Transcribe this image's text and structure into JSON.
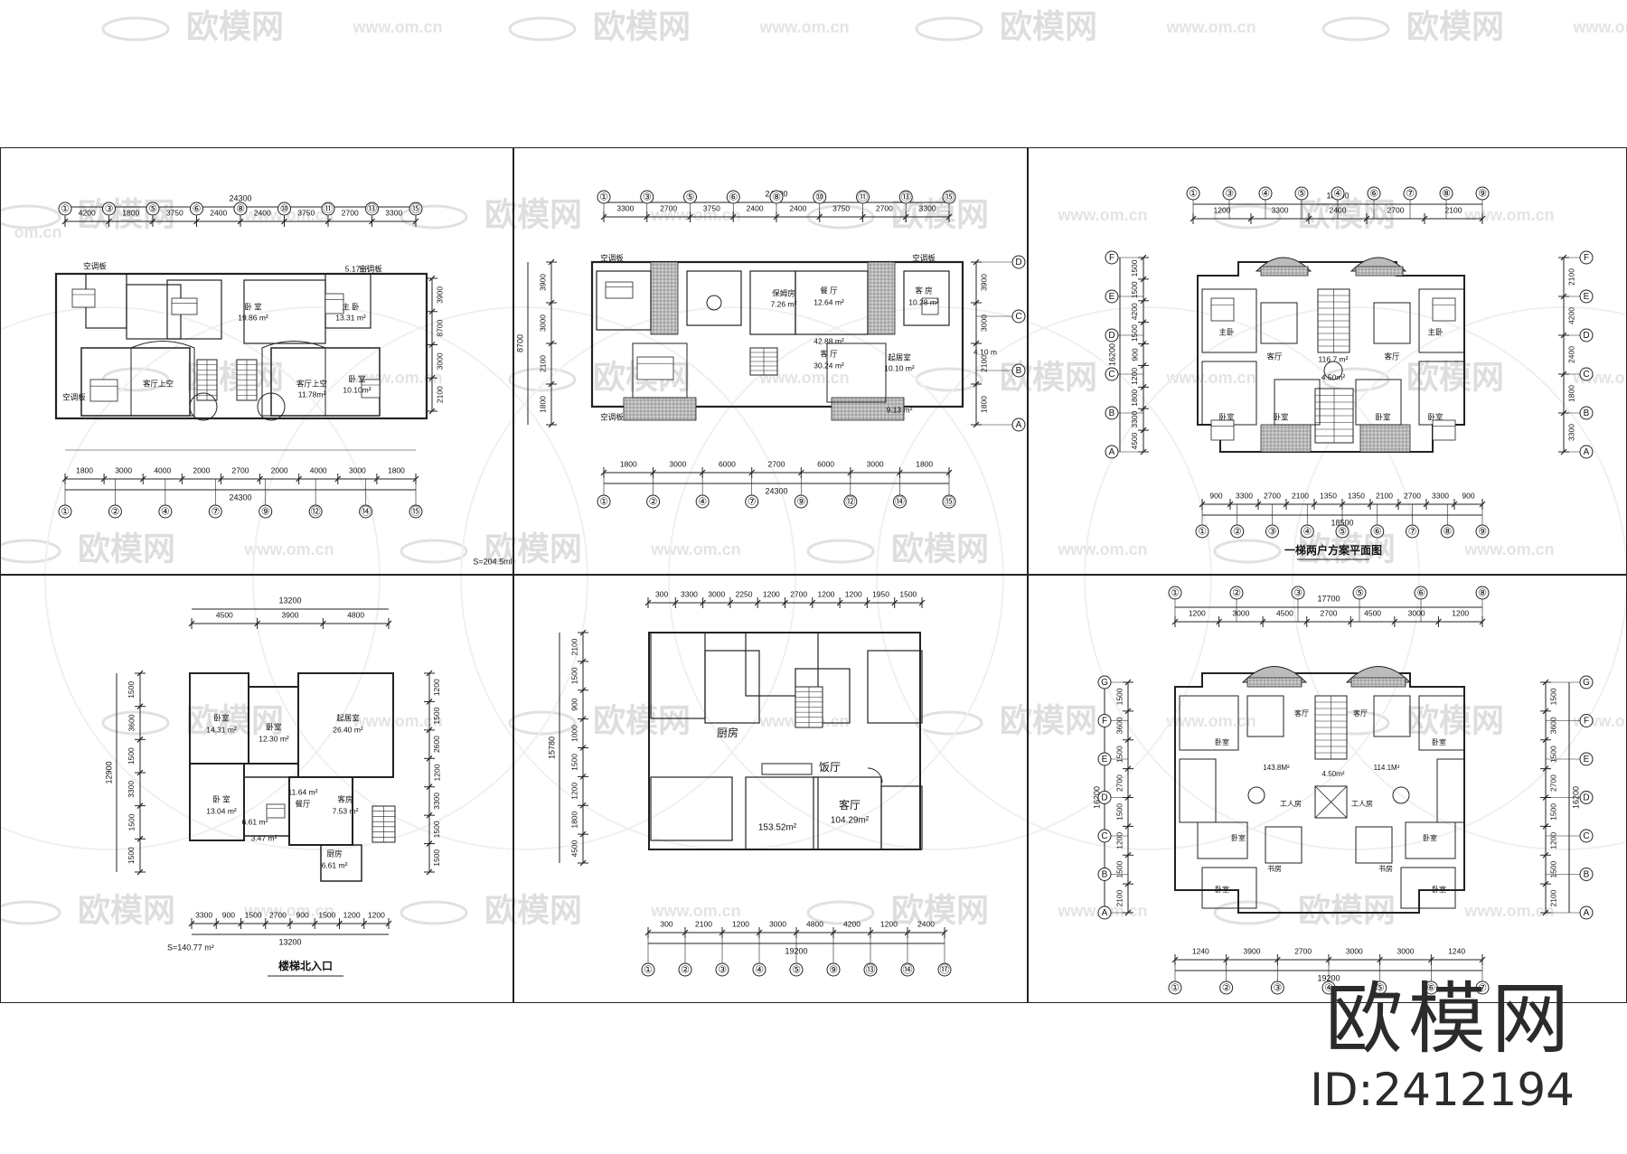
{
  "watermark": {
    "brand": "欧模网",
    "site": "www.om.cn",
    "site_short": "om.cn",
    "id_label": "ID:2412194"
  },
  "panels": [
    {
      "top_dims": [
        "4200",
        "1800",
        "3750",
        "2400",
        "2400",
        "3750",
        "2700",
        "3300"
      ],
      "total_top": "24300",
      "bottom_dims": [
        "1800",
        "3000",
        "4000",
        "2000",
        "2700",
        "2000",
        "4000",
        "3000",
        "1800"
      ],
      "total_bottom": "24300",
      "top_axes": [
        "①",
        "③",
        "⑤",
        "⑥",
        "⑧",
        "⑩",
        "⑪",
        "⑬",
        "⑮"
      ],
      "bottom_axes": [
        "①",
        "②",
        "④",
        "⑦",
        "⑨",
        "⑫",
        "⑭",
        "⑮"
      ],
      "rooms": [
        "卧 室",
        "19.86 m²",
        "主 卧",
        "13.31 m²",
        "客厅上空",
        "客厅上空",
        "11.78m²",
        "卧 室",
        "10.10m²",
        "5.17m²",
        "空调板",
        "空调板",
        "空调板"
      ],
      "right_dims": [
        "3900",
        "8700",
        "3000",
        "2100"
      ],
      "area_note": "S=204.5ml"
    },
    {
      "top_dims": [
        "3300",
        "2700",
        "3750",
        "2400",
        "2400",
        "3750",
        "2700",
        "3300"
      ],
      "total_top": "24300",
      "bottom_dims": [
        "1800",
        "3000",
        "6000",
        "2700",
        "6000",
        "3000",
        "1800"
      ],
      "total_bottom": "24300",
      "top_axes": [
        "①",
        "③",
        "⑤",
        "⑥",
        "⑧",
        "⑩",
        "⑪",
        "⑬",
        "⑮"
      ],
      "bottom_axes": [
        "①",
        "②",
        "④",
        "⑦",
        "⑨",
        "⑫",
        "⑭",
        "⑮"
      ],
      "rooms": [
        "保姆房",
        "7.26 m²",
        "餐 厅",
        "12.64 m²",
        "客 房",
        "10.28 m²",
        "42.88 m²",
        "客 厅",
        "30.24 m²",
        "起居室",
        "10.10 m²",
        "9.13 m²",
        "4.10 m",
        "空调板",
        "空调板",
        "空调板"
      ],
      "right_axes": [
        "D",
        "C",
        "B",
        "A"
      ],
      "right_dims": [
        "3900",
        "3000",
        "2100",
        "1800"
      ]
    },
    {
      "top_dims": [
        "1200",
        "3300",
        "2400",
        "2700",
        "2100"
      ],
      "total_top": "18500",
      "bottom_dims": [
        "900",
        "3300",
        "2700",
        "2100",
        "1350",
        "1350",
        "2100",
        "2700",
        "3300",
        "900"
      ],
      "total_bottom": "18500",
      "top_axes": [
        "①",
        "③",
        "④",
        "⑤",
        "④",
        "⑥",
        "⑦",
        "⑧",
        "⑨"
      ],
      "bottom_axes": [
        "①",
        "②",
        "③",
        "④",
        "⑤",
        "⑥",
        "⑦",
        "⑧",
        "⑨"
      ],
      "rooms": [
        "主卧",
        "主卧",
        "卧室",
        "卧室",
        "卧室",
        "卧室",
        "客厅",
        "客厅",
        "4.50m²",
        "116.7 m²"
      ],
      "left_axes": [
        "F",
        "E",
        "D",
        "C",
        "B",
        "A"
      ],
      "right_dims": [
        "2100",
        "4200",
        "2400",
        "1800",
        "3300"
      ],
      "title": "一梯两户方案平面图"
    },
    {
      "top_dims": [
        "4500",
        "3900",
        "4800"
      ],
      "total_top": "13200",
      "bottom_dims": [
        "3300",
        "900",
        "1500",
        "2700",
        "900",
        "1500",
        "1200",
        "1200"
      ],
      "total_bottom": "13200",
      "rooms": [
        "卧室",
        "14.31 m²",
        "卧室",
        "12.30 m²",
        "起居室",
        "26.40 m²",
        "卧 室",
        "13.04 m²",
        "11.64 m²",
        "餐厅",
        "客房",
        "7.53 m²",
        "6.61 m²",
        "厨房",
        "6.61 m²",
        "3.47 m²"
      ],
      "left_dims": [
        "1500",
        "3600",
        "1500",
        "3300",
        "1500",
        "1500"
      ],
      "total_left": "12900",
      "right_dims": [
        "1200",
        "1500",
        "2600",
        "1200",
        "3300",
        "1500",
        "1500"
      ],
      "area_note": "S=140.77 m²",
      "title": "楼梯北入口"
    },
    {
      "top_dims": [
        "300",
        "3300",
        "3000",
        "2250",
        "1200",
        "2700",
        "1200",
        "1200",
        "1950",
        "1500"
      ],
      "bottom_dims": [
        "300",
        "2100",
        "1200",
        "3000",
        "4800",
        "4200",
        "1200",
        "2400"
      ],
      "total_bottom": "19200",
      "bottom_axes": [
        "①",
        "②",
        "③",
        "④",
        "⑤",
        "⑨",
        "⑬",
        "⑭",
        "⑰"
      ],
      "rooms": [
        "厨房",
        "饭厅",
        "客厅",
        "153.52m²",
        "104.29m²"
      ],
      "left_dims": [
        "2100",
        "1500",
        "900",
        "1000",
        "1500",
        "1200",
        "1800",
        "4500"
      ],
      "total_left": "15780"
    },
    {
      "top_dims": [
        "1200",
        "3000",
        "4500",
        "2700",
        "4500",
        "3000",
        "1200"
      ],
      "total_top": "17700",
      "bottom_dims": [
        "1240",
        "3900",
        "2700",
        "3000",
        "3000",
        "1240"
      ],
      "total_bottom": "19200",
      "top_axes": [
        "①",
        "②",
        "③",
        "⑤",
        "⑥",
        "⑧"
      ],
      "bottom_axes": [
        "①",
        "②",
        "③",
        "④",
        "⑤",
        "⑥",
        "⑦"
      ],
      "rooms": [
        "卧室",
        "卧室",
        "客厅",
        "客厅",
        "工人房",
        "工人房",
        "卧室",
        "卧室",
        "书房",
        "书房",
        "卧室",
        "卧室",
        "4.50m²",
        "143.8M²",
        "114.1M²"
      ],
      "left_axes": [
        "G",
        "F",
        "E",
        "D",
        "C",
        "B",
        "A"
      ],
      "right_dims": [
        "1500",
        "3600",
        "1500",
        "2700",
        "1500",
        "1200",
        "1500",
        "2100"
      ],
      "total_right": "16200"
    }
  ]
}
